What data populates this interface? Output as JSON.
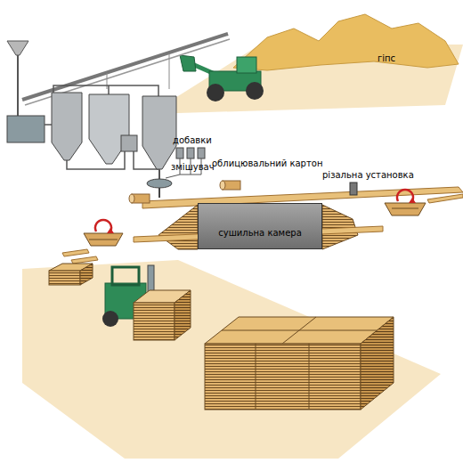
{
  "diagram": {
    "nodes": [
      {
        "text": [
          "сушильна камера"
        ]
      }
    ],
    "labels": [
      "гіпс",
      "добавки",
      "змішувач",
      "облицювальний картон",
      "різальна установка"
    ]
  }
}
